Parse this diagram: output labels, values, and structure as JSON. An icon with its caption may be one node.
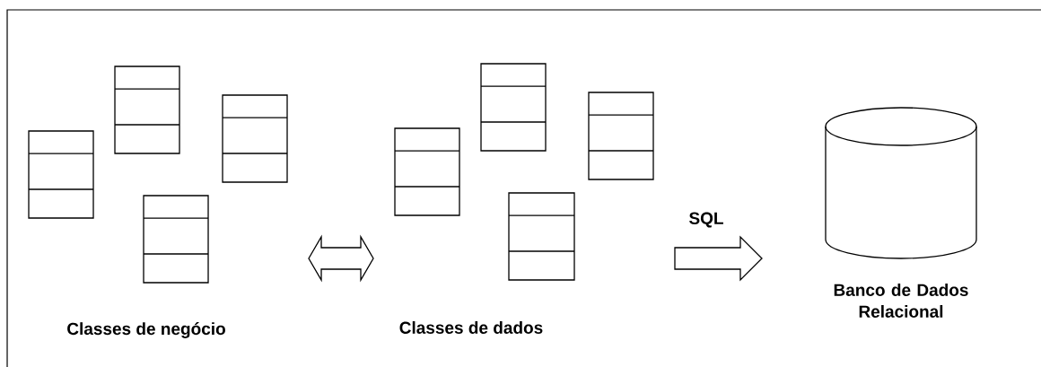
{
  "diagram": {
    "nodes": [
      {
        "text": [],
        "shape": "box"
      },
      {
        "text": [],
        "shape": "box"
      },
      {
        "text": [],
        "shape": "box"
      },
      {
        "text": [],
        "shape": "box"
      },
      {
        "text": [],
        "shape": "box"
      },
      {
        "text": [],
        "shape": "box"
      },
      {
        "text": [],
        "shape": "box"
      },
      {
        "text": [],
        "shape": "box"
      },
      {
        "text": [
          "Banco de Dados Relacional"
        ]
      }
    ],
    "labels": [
      "SQL",
      "Classes de negócio",
      "Classes de dados"
    ]
  }
}
